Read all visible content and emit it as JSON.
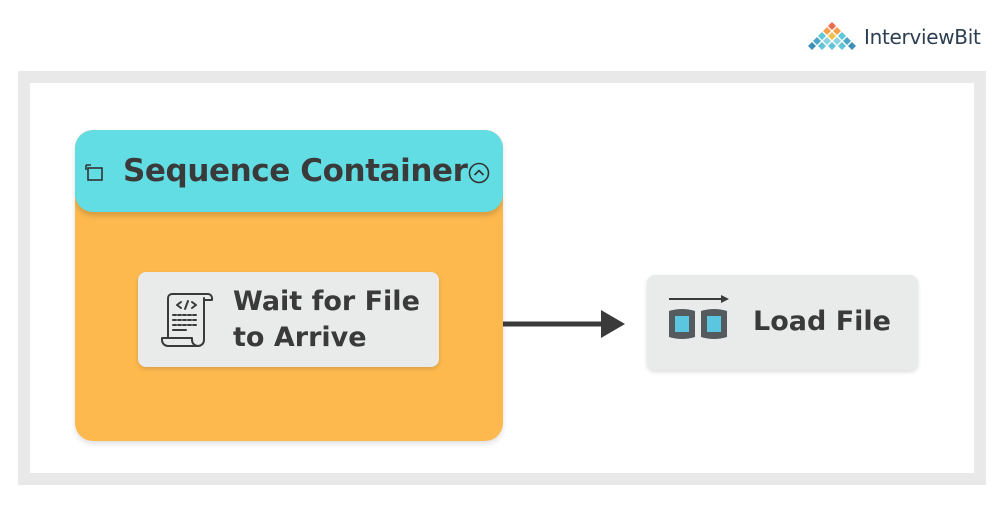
{
  "brand": {
    "name": "InterviewBit",
    "logo_icon": "interviewbit-pyramid-logo"
  },
  "container": {
    "title": "Sequence Container",
    "icon": "container-frame-icon",
    "collapse_icon": "chevron-up-circle-icon",
    "header_color": "#62dde3",
    "body_color": "#fdb94e"
  },
  "tasks": {
    "wait": {
      "line1": "Wait for File",
      "line2": "to Arrive",
      "icon": "script-scroll-icon"
    },
    "load": {
      "label": "Load File",
      "icon": "data-flow-icon"
    }
  },
  "connector": {
    "from": "Sequence Container",
    "to": "Load File"
  }
}
